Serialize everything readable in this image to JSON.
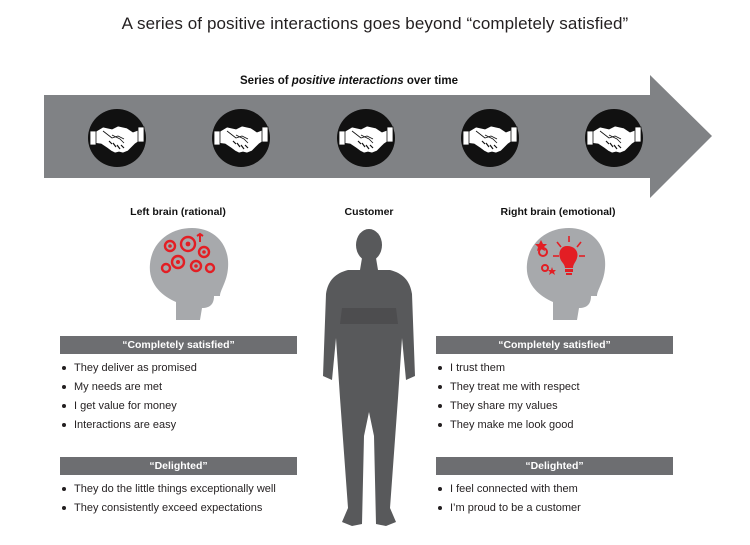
{
  "title": "A series of positive interactions goes beyond “completely satisfied”",
  "arrow": {
    "caption_prefix": "Series of ",
    "caption_emphasis": "positive interactions",
    "caption_suffix": " over time",
    "handshake_icon": "handshake-icon",
    "color": "#808285"
  },
  "columns": {
    "left": {
      "label": "Left brain (rational)",
      "head_icon": "gears-head-icon"
    },
    "center": {
      "label": "Customer",
      "figure_icon": "businessman-silhouette-icon"
    },
    "right": {
      "label": "Right brain (emotional)",
      "head_icon": "lightbulb-head-icon"
    }
  },
  "left_panel": {
    "satisfied_header": "“Completely satisfied”",
    "satisfied_items": [
      "They deliver as promised",
      "My needs are met",
      "I get value for money",
      "Interactions are easy"
    ],
    "delighted_header": "“Delighted”",
    "delighted_items": [
      "They do the little things exceptionally well",
      "They consistently exceed expectations"
    ]
  },
  "right_panel": {
    "satisfied_header": "“Completely satisfied”",
    "satisfied_items": [
      "I trust them",
      "They treat me with respect",
      "They share my values",
      "They make me look good"
    ],
    "delighted_header": "“Delighted”",
    "delighted_items": [
      "I feel connected with them",
      "I’m proud to be a customer"
    ]
  },
  "colors": {
    "header_bar": "#6d6e71",
    "head_gray": "#a7a9ac",
    "accent_red": "#e31e24",
    "figure_gray": "#58595b"
  }
}
